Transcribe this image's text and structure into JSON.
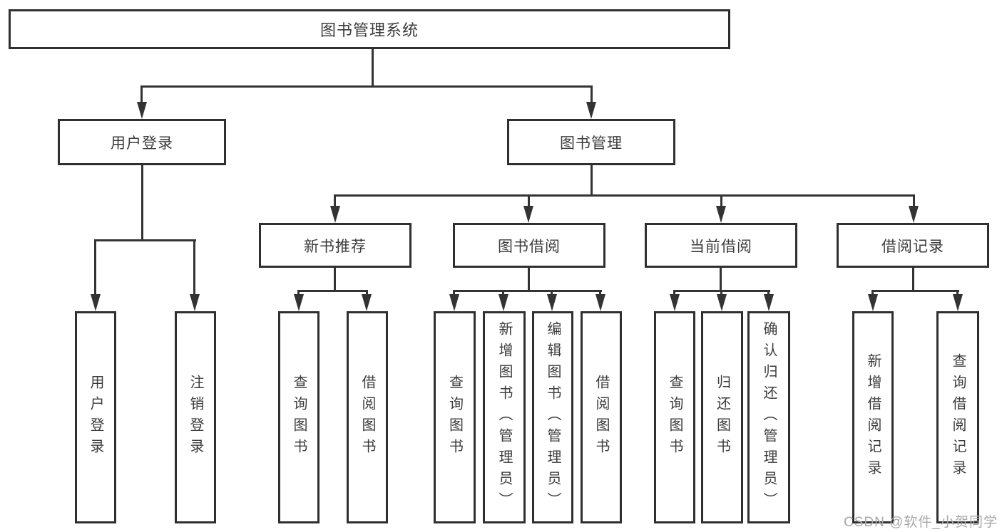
{
  "diagram": {
    "title": "图书管理系统",
    "root": {
      "label": "图书管理系统"
    },
    "level2": [
      {
        "label": "用户登录"
      },
      {
        "label": "图书管理"
      }
    ],
    "level3": [
      {
        "label": "新书推荐",
        "parent": "图书管理"
      },
      {
        "label": "图书借阅",
        "parent": "图书管理"
      },
      {
        "label": "当前借阅",
        "parent": "图书管理"
      },
      {
        "label": "借阅记录",
        "parent": "图书管理"
      }
    ],
    "leaves": [
      {
        "label": "用户登录",
        "parent": "用户登录"
      },
      {
        "label": "注销登录",
        "parent": "用户登录"
      },
      {
        "label": "查询图书",
        "parent": "新书推荐"
      },
      {
        "label": "借阅图书",
        "parent": "新书推荐"
      },
      {
        "label": "查询图书",
        "parent": "图书借阅"
      },
      {
        "label": "新增图书（管理员）",
        "parent": "图书借阅"
      },
      {
        "label": "编辑图书（管理员）",
        "parent": "图书借阅"
      },
      {
        "label": "借阅图书",
        "parent": "图书借阅"
      },
      {
        "label": "查询图书",
        "parent": "当前借阅"
      },
      {
        "label": "归还图书",
        "parent": "当前借阅"
      },
      {
        "label": "确认归还（管理员）",
        "parent": "当前借阅"
      },
      {
        "label": "新增借阅记录",
        "parent": "借阅记录"
      },
      {
        "label": "查询借阅记录",
        "parent": "借阅记录"
      }
    ]
  },
  "watermark": {
    "text": "CSDN @软件_小贺同学"
  },
  "colors": {
    "line": "#333333",
    "box_border": "#2f2f2f",
    "text": "#3c3c3c",
    "watermark": "#a8a8a8",
    "background": "#ffffff"
  }
}
